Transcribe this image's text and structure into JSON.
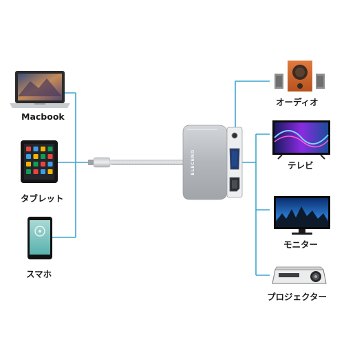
{
  "colors": {
    "connector_line": "#39a6cf",
    "adapter_body": "#b7bbbf",
    "background": "#ffffff"
  },
  "sources": [
    {
      "label": "Macbook",
      "icon": "laptop-icon"
    },
    {
      "label": "タブレット",
      "icon": "tablet-icon"
    },
    {
      "label": "スマホ",
      "icon": "smartphone-icon"
    }
  ],
  "adapter": {
    "brand": "ELECENO",
    "icon": "usb-c-adapter-icon",
    "ports": [
      "audio-jack",
      "vga-port",
      "hdmi-port"
    ]
  },
  "outputs": [
    {
      "label": "オーディオ",
      "icon": "speakers-icon"
    },
    {
      "label": "テレビ",
      "icon": "tv-icon"
    },
    {
      "label": "モニター",
      "icon": "monitor-icon"
    },
    {
      "label": "プロジェクター",
      "icon": "projector-icon"
    }
  ]
}
